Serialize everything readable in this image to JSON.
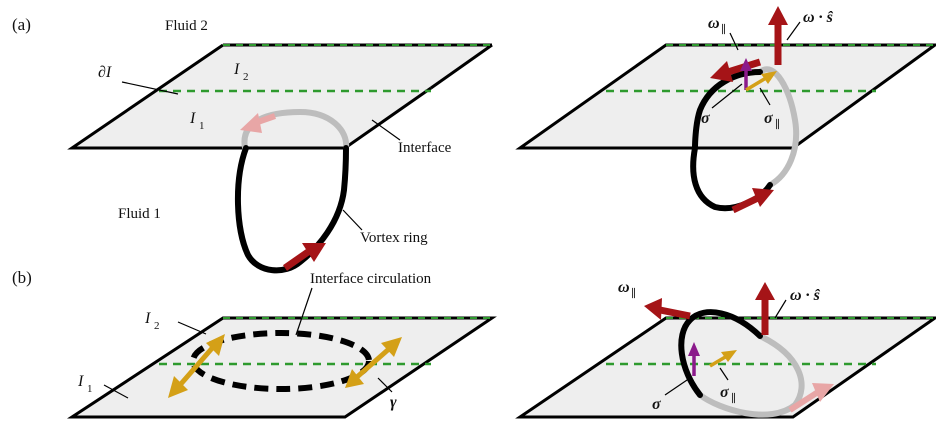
{
  "panels": {
    "a": {
      "label": "(a)"
    },
    "b": {
      "label": "(b)"
    }
  },
  "labels": {
    "fluid2": "Fluid 2",
    "fluid1": "Fluid 1",
    "boundary": "∂I",
    "interface": "Interface",
    "vortex_ring": "Vortex ring",
    "interface_circulation": "Interface circulation",
    "I": "I",
    "sub1": "1",
    "sub2": "2",
    "omega": "ω",
    "parallel": "∥",
    "omega_dot_s": "ω · ŝ",
    "sigma": "σ",
    "gamma": "γ"
  },
  "colors": {
    "plane_fill": "#eeeeee",
    "plane_edge": "#000000",
    "dashed_line": "#2e9a2e",
    "vortex_dark": "#000000",
    "vortex_light": "#bdbdbd",
    "vorticity_arrow": "#a51417",
    "vorticity_arrow_faded": "#e8a6a6",
    "sheet_arrow": "#d4a017",
    "sheet_normal_arrow": "#8b1a8b"
  }
}
